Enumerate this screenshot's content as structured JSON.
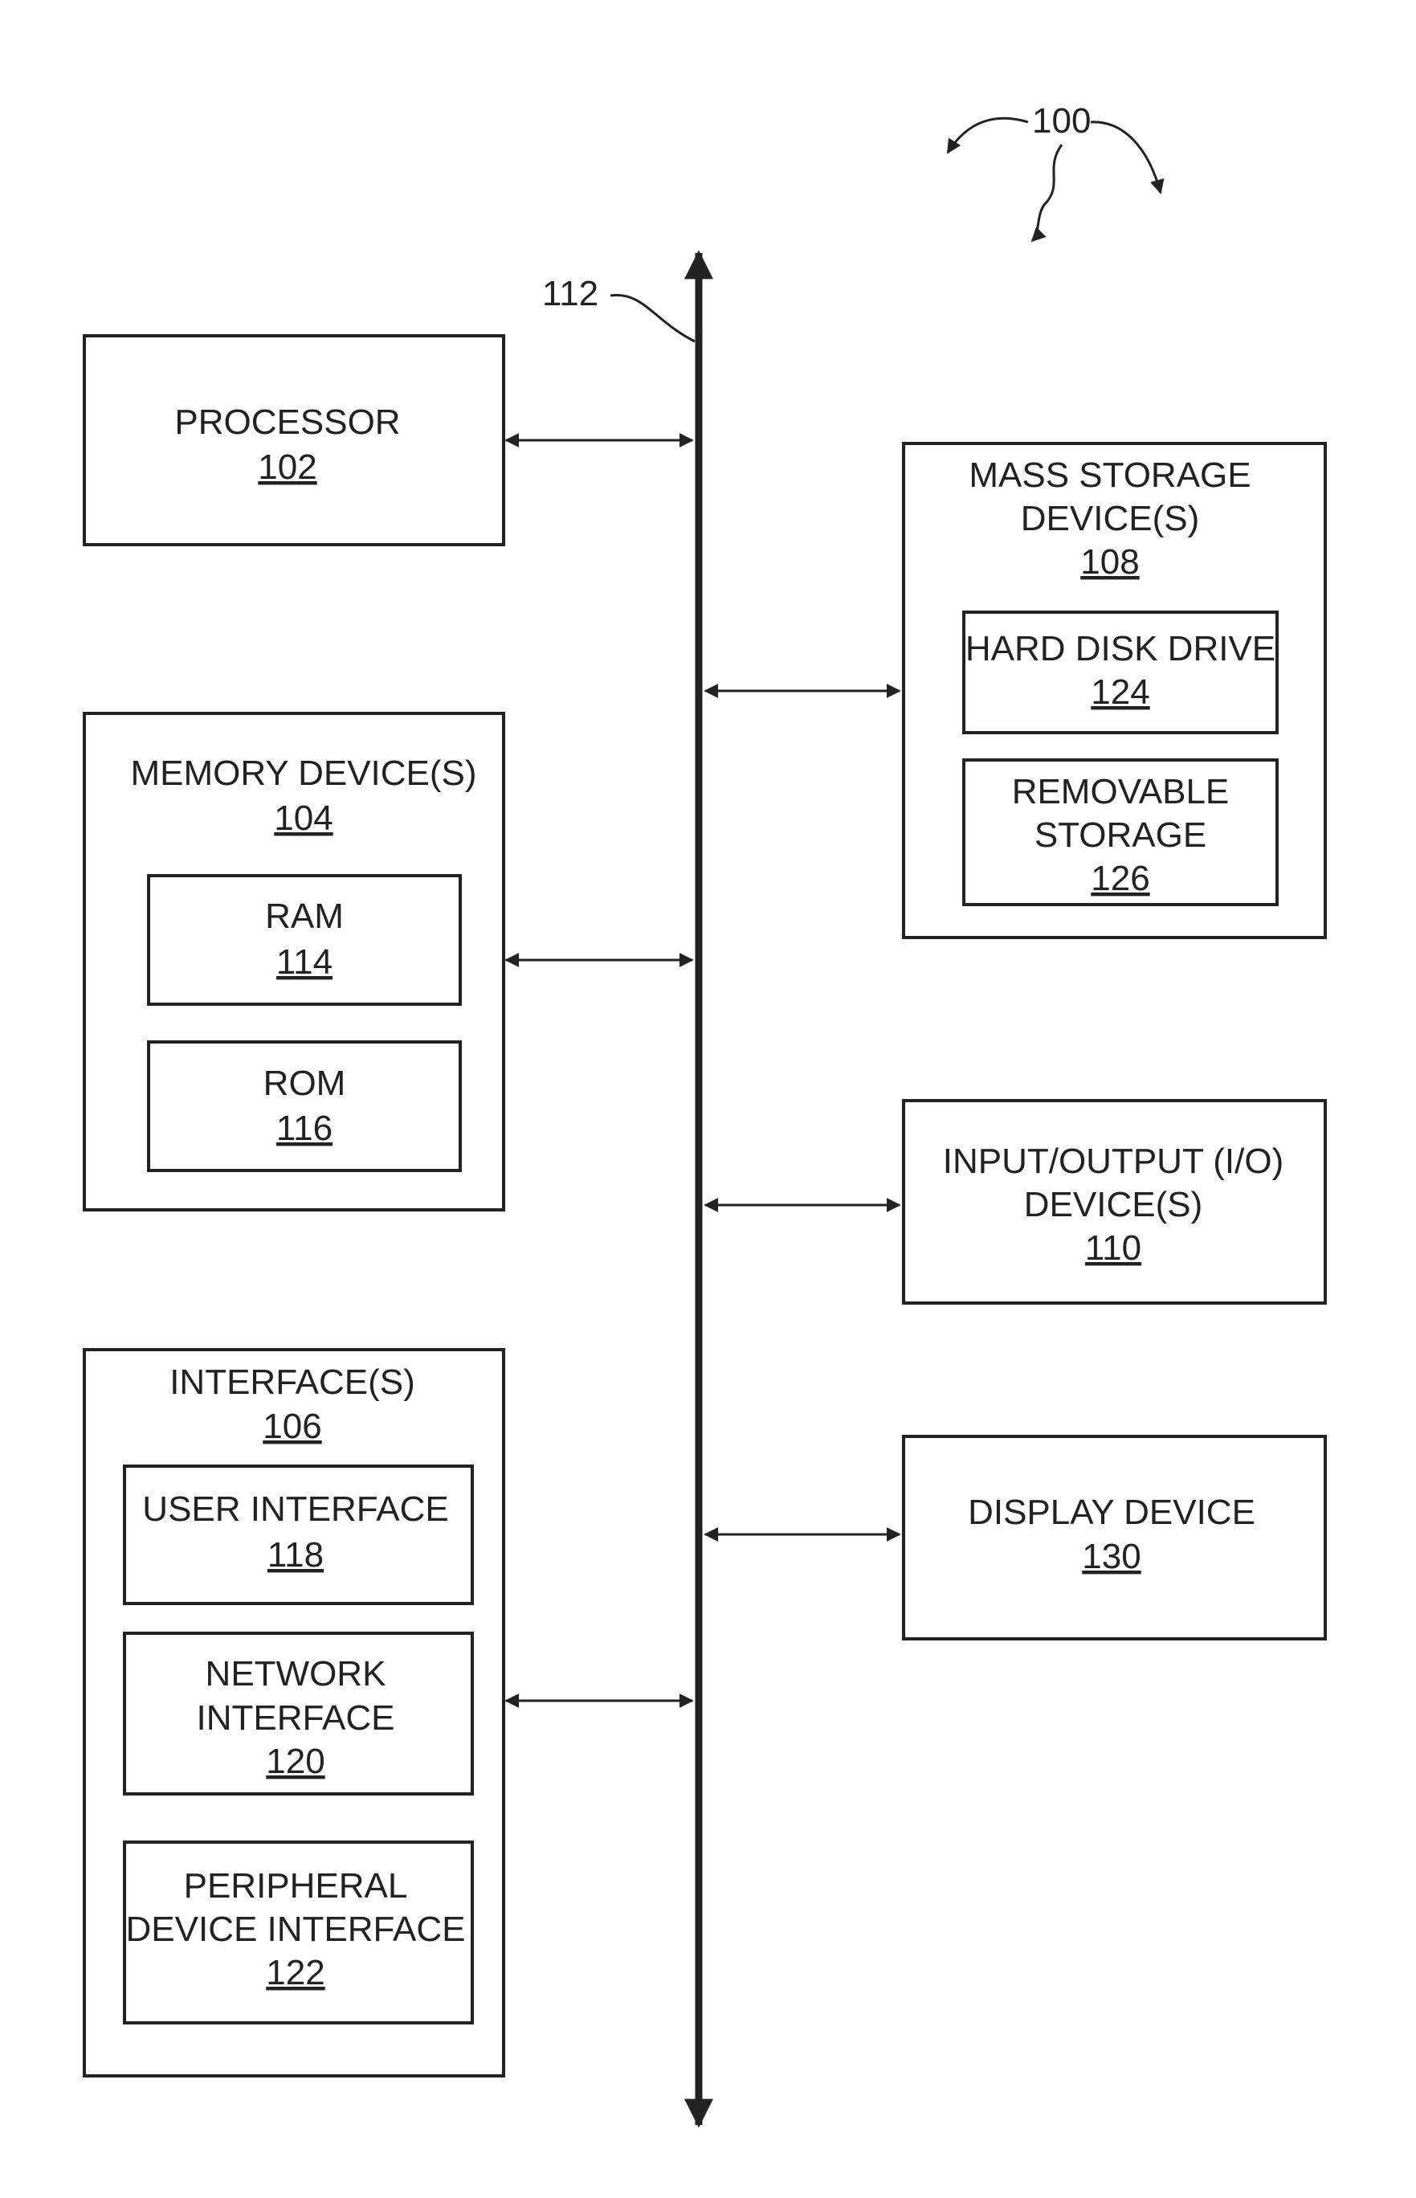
{
  "figure": {
    "ref": "100",
    "bus_ref": "112"
  },
  "processor": {
    "label": "PROCESSOR",
    "num": "102"
  },
  "memory": {
    "label": "MEMORY DEVICE(S)",
    "num": "104",
    "ram": {
      "label": "RAM",
      "num": "114"
    },
    "rom": {
      "label": "ROM",
      "num": "116"
    }
  },
  "interfaces": {
    "label": "INTERFACE(S)",
    "num": "106",
    "user": {
      "label": "USER INTERFACE",
      "num": "118"
    },
    "network": {
      "line1": "NETWORK",
      "line2": "INTERFACE",
      "num": "120"
    },
    "peripheral": {
      "line1": "PERIPHERAL",
      "line2": "DEVICE INTERFACE",
      "num": "122"
    }
  },
  "mass_storage": {
    "line1": "MASS STORAGE",
    "line2": "DEVICE(S)",
    "num": "108",
    "hdd": {
      "label": "HARD DISK DRIVE",
      "num": "124"
    },
    "removable": {
      "line1": "REMOVABLE",
      "line2": "STORAGE",
      "num": "126"
    }
  },
  "io": {
    "line1": "INPUT/OUTPUT (I/O)",
    "line2": "DEVICE(S)",
    "num": "110"
  },
  "display": {
    "label": "DISPLAY DEVICE",
    "num": "130"
  }
}
